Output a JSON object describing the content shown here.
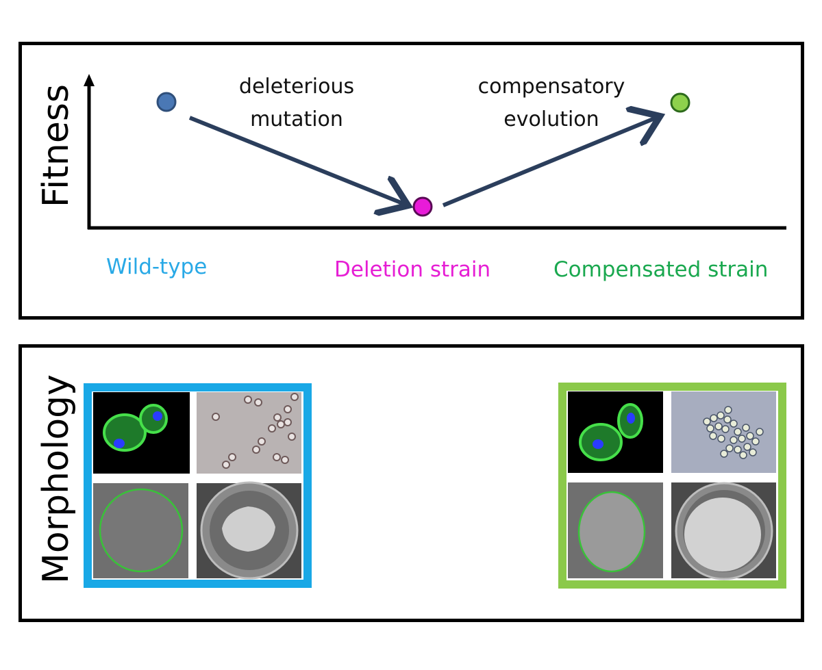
{
  "axes": {
    "y_label": "Fitness"
  },
  "points": [
    {
      "id": "wild-type",
      "color": "#4a78b5"
    },
    {
      "id": "deletion",
      "color": "#e81bd8"
    },
    {
      "id": "compensated",
      "color": "#8ed14c"
    }
  ],
  "annotations": {
    "deleterious_line1": "deleterious",
    "deleterious_line2": "mutation",
    "compensatory_line1": "compensatory",
    "compensatory_line2": "evolution"
  },
  "strains": {
    "wild_type": {
      "label": "Wild-type",
      "color": "#29a9e6"
    },
    "deletion": {
      "label": "Deletion strain",
      "color": "#e61ed4"
    },
    "compensated": {
      "label": "Compensated strain",
      "color": "#1aa84f"
    }
  },
  "morphology": {
    "label": "Morphology",
    "wild_frame_color": "#19a8e6",
    "compensated_frame_color": "#8bc94a"
  },
  "colors": {
    "arrow": "#2b3e5c",
    "axis": "#000000"
  }
}
